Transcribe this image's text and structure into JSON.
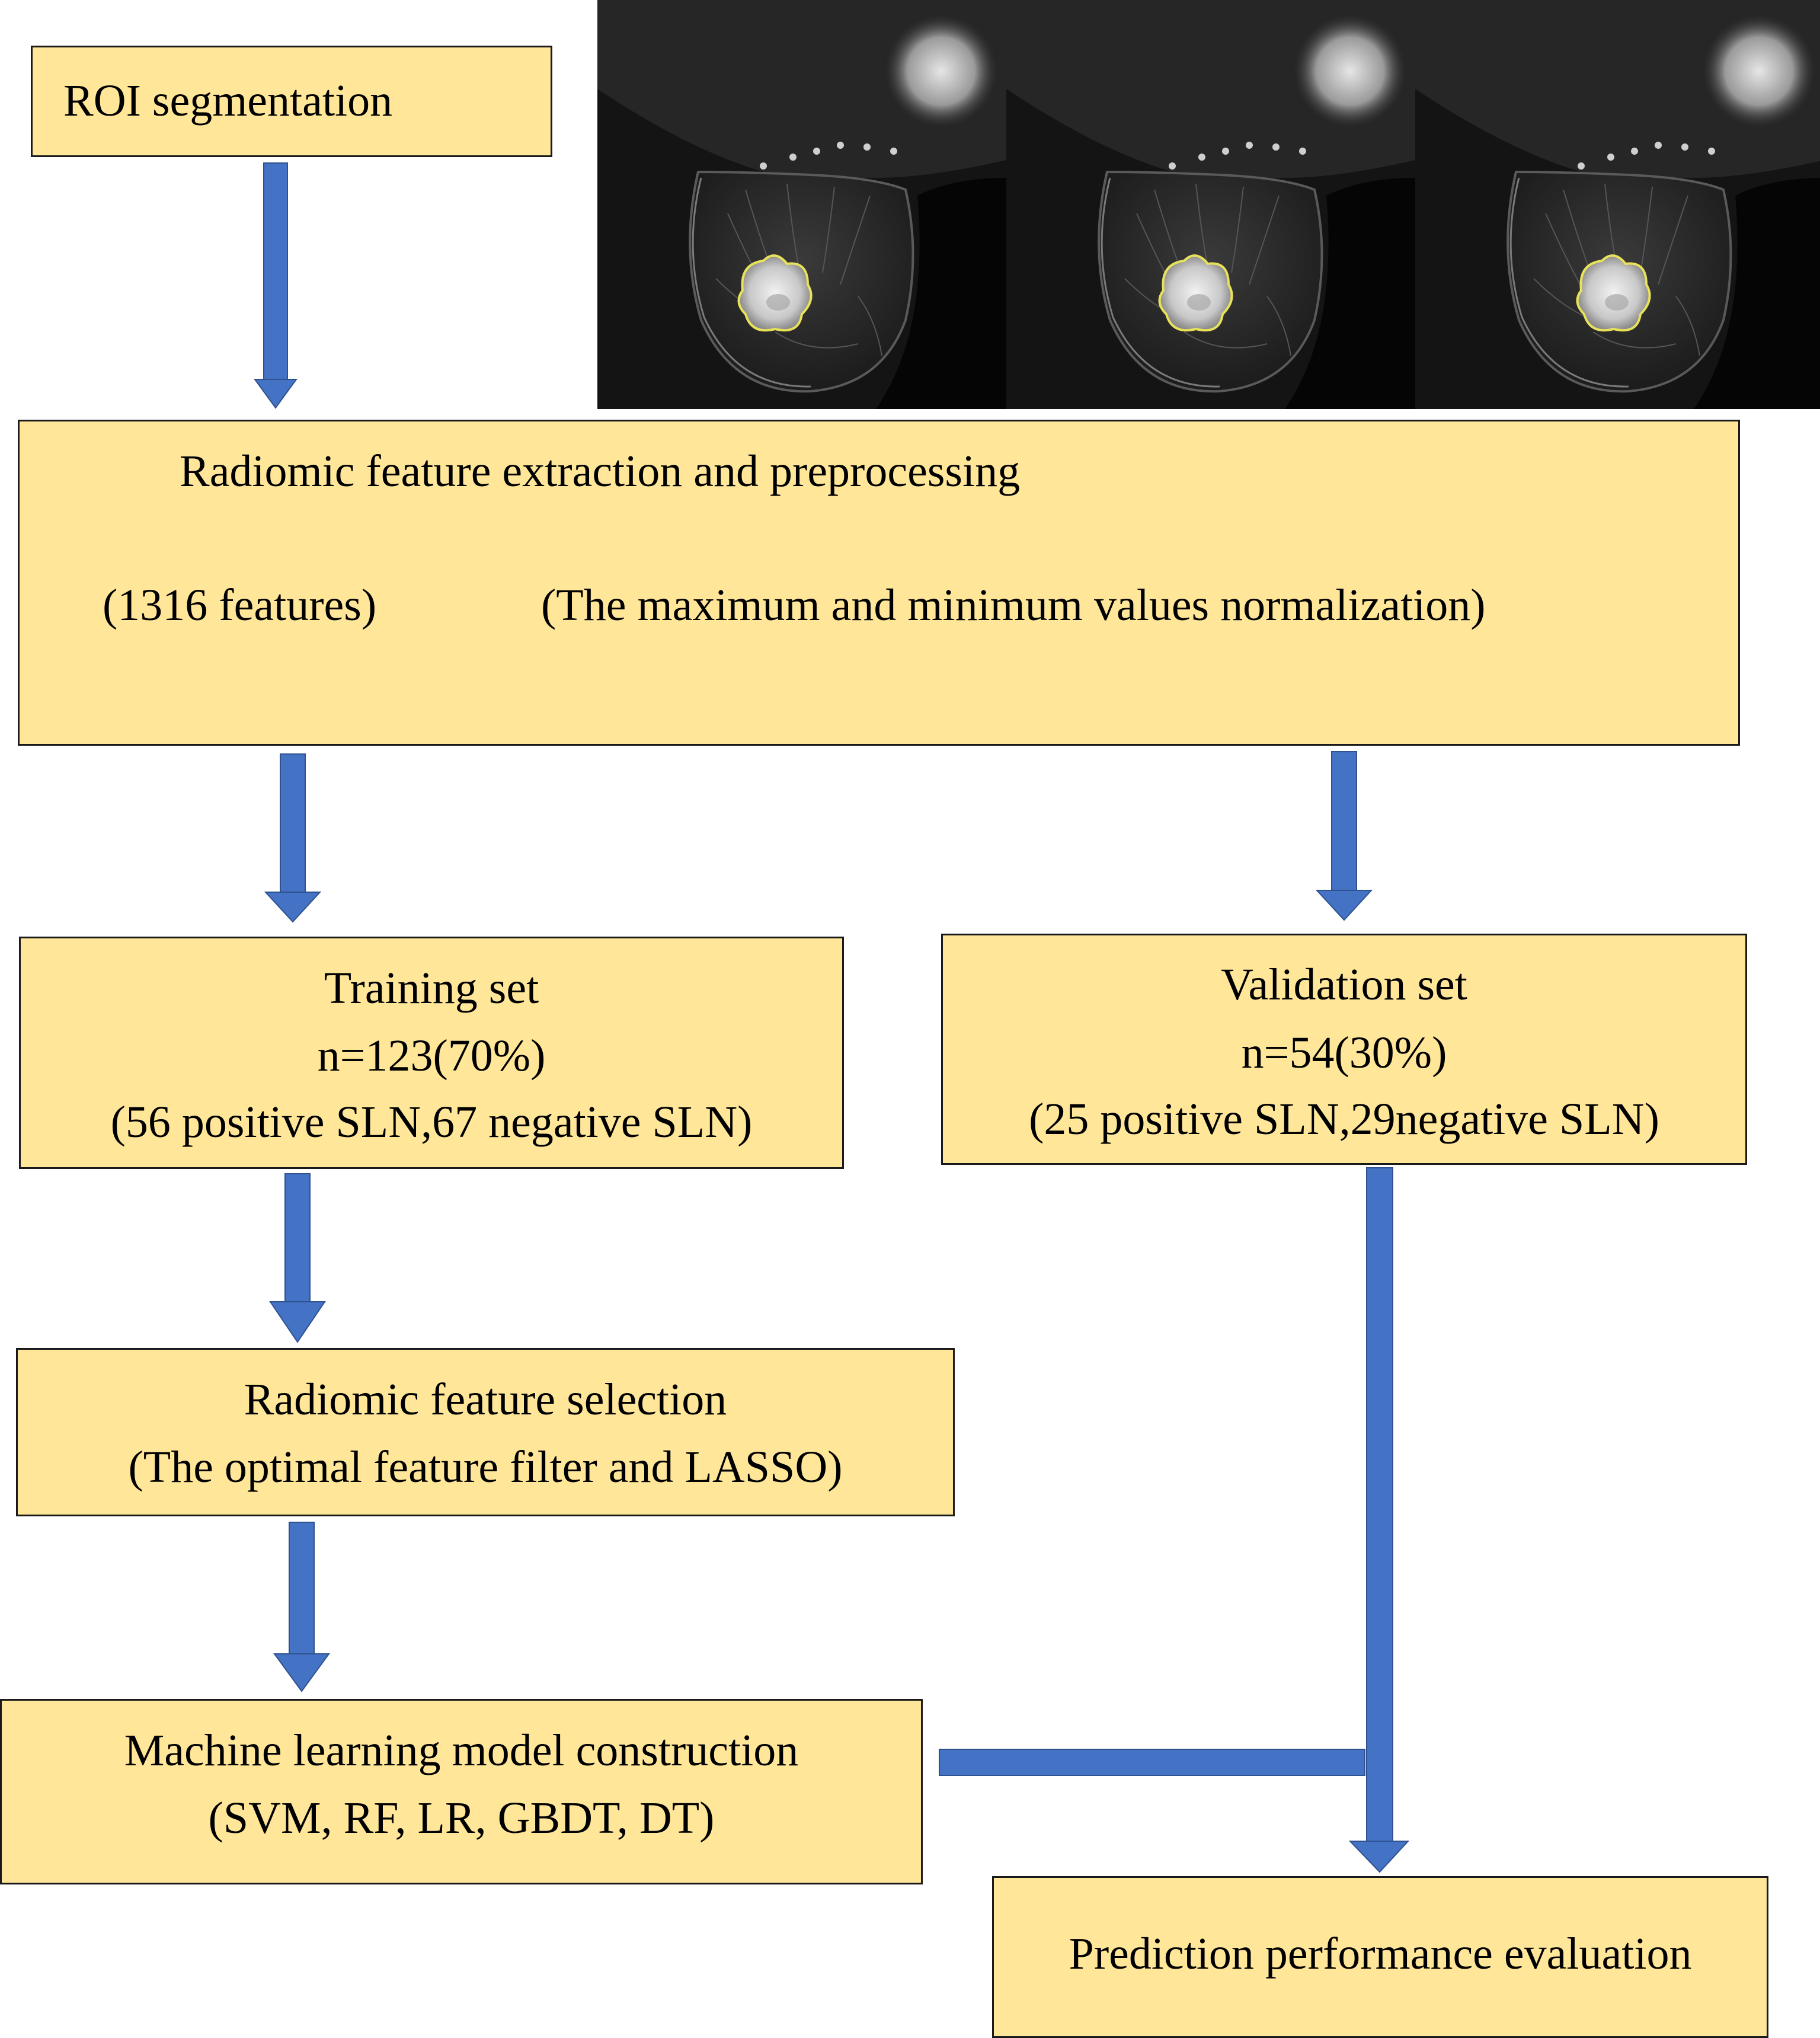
{
  "colors": {
    "box_fill": "#FFE699",
    "box_border": "#1a1a1a",
    "arrow": "#4472C4",
    "arrow_dark": "#2F528F",
    "roi_outline": "#E8E25A"
  },
  "roi_box": {
    "label": "ROI segmentation"
  },
  "mri_panels": [
    {
      "name": "mri-slice-1"
    },
    {
      "name": "mri-slice-2"
    },
    {
      "name": "mri-slice-3"
    }
  ],
  "extraction_box": {
    "title": "Radiomic feature extraction and preprocessing",
    "left_note": "(1316 features)",
    "right_note": "(The maximum and minimum values normalization)"
  },
  "training_box": {
    "line1": "Training set",
    "line2": "n=123(70%)",
    "line3": "(56 positive SLN,67 negative SLN)"
  },
  "validation_box": {
    "line1": "Validation set",
    "line2": "n=54(30%)",
    "line3": "(25 positive SLN,29negative SLN)"
  },
  "selection_box": {
    "line1": "Radiomic feature selection",
    "line2": "(The optimal feature filter and LASSO)"
  },
  "model_box": {
    "line1": "Machine learning model construction",
    "line2": "(SVM, RF, LR, GBDT, DT)"
  },
  "evaluation_box": {
    "label": "Prediction performance evaluation"
  }
}
